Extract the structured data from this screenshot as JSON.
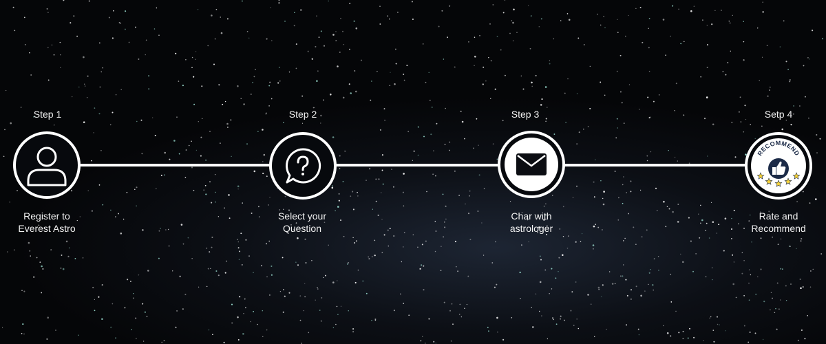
{
  "steps": [
    {
      "heading": "Step 1",
      "caption_line1": "Register to",
      "caption_line2": "Everest Astro",
      "icon": "user-icon"
    },
    {
      "heading": "Step 2",
      "caption_line1": "Select your",
      "caption_line2": "Question",
      "icon": "question-bubble-icon"
    },
    {
      "heading": "Step 3",
      "caption_line1": "Char with",
      "caption_line2": "astrologer",
      "icon": "envelope-icon"
    },
    {
      "heading": "Setp 4",
      "caption_line1": "Rate and",
      "caption_line2": "Recommend",
      "icon": "recommend-badge-icon"
    }
  ],
  "badge": {
    "text": "RECOMMEND",
    "star_count": 5
  },
  "colors": {
    "line": "#ffffff",
    "badge_navy": "#1b2a47",
    "star": "#f5d23a",
    "background": "#07090d"
  }
}
